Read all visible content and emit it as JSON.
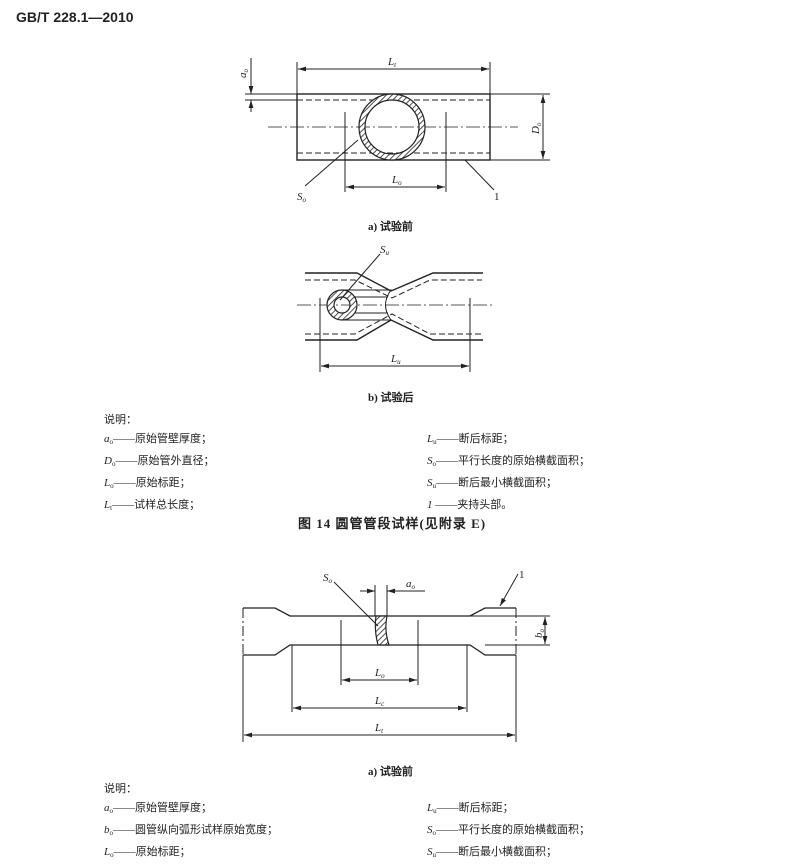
{
  "header": "GB/T 228.1—2010",
  "figure14": {
    "labels": {
      "L1": {
        "sym": "L",
        "sub": "t"
      },
      "a0": {
        "sym": "a",
        "sub": "o"
      },
      "D0": {
        "sym": "D",
        "sub": "o"
      },
      "L0": {
        "sym": "L",
        "sub": "o"
      },
      "S0": {
        "sym": "S",
        "sub": "o"
      },
      "Su": {
        "sym": "S",
        "sub": "u"
      },
      "Lu": {
        "sym": "L",
        "sub": "u"
      },
      "one": "1"
    },
    "caption_a": "a)   试验前",
    "caption_b": "b)   试验后",
    "legend_title": "说明：",
    "legend_left": [
      {
        "sym": "a",
        "sub": "o",
        "text": "——原始管壁厚度；"
      },
      {
        "sym": "D",
        "sub": "o",
        "text": "——原始管外直径；"
      },
      {
        "sym": "L",
        "sub": "o",
        "text": "——原始标距；"
      },
      {
        "sym": "L",
        "sub": "t",
        "text": "——试样总长度；"
      }
    ],
    "legend_right": [
      {
        "sym": "L",
        "sub": "u",
        "text": "——断后标距；"
      },
      {
        "sym": "S",
        "sub": "o",
        "text": "——平行长度的原始横截面积；"
      },
      {
        "sym": "S",
        "sub": "u",
        "text": "——断后最小横截面积；"
      },
      {
        "sym": "1",
        "sub": "",
        "text": " ——夹持头部。"
      }
    ],
    "title": "图 14   圆管管段试样(见附录 E)"
  },
  "figure15": {
    "labels": {
      "S0": {
        "sym": "S",
        "sub": "o"
      },
      "a0": {
        "sym": "a",
        "sub": "o"
      },
      "b0": {
        "sym": "b",
        "sub": "o"
      },
      "L0": {
        "sym": "L",
        "sub": "o"
      },
      "Lc": {
        "sym": "L",
        "sub": "c"
      },
      "L1": {
        "sym": "L",
        "sub": "t"
      },
      "one": "1"
    },
    "caption_a": "a)   试验前",
    "legend_title": "说明：",
    "legend_left": [
      {
        "sym": "a",
        "sub": "o",
        "text": "——原始管壁厚度；"
      },
      {
        "sym": "b",
        "sub": "o",
        "text": "——圆管纵向弧形试样原始宽度；"
      },
      {
        "sym": "L",
        "sub": "o",
        "text": "——原始标距；"
      }
    ],
    "legend_right": [
      {
        "sym": "L",
        "sub": "u",
        "text": "——断后标距；"
      },
      {
        "sym": "S",
        "sub": "o",
        "text": "——平行长度的原始横截面积；"
      },
      {
        "sym": "S",
        "sub": "u",
        "text": "——断后最小横截面积；"
      }
    ]
  }
}
